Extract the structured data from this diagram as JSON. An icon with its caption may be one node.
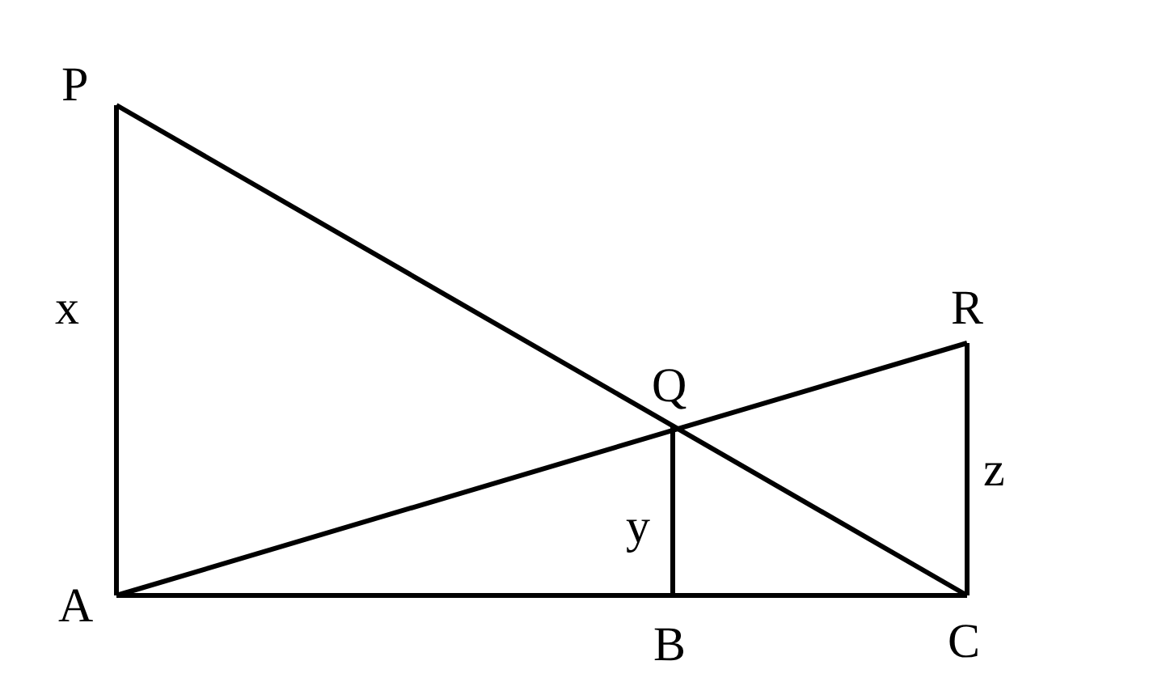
{
  "diagram": {
    "labels": [
      "P",
      "x",
      "R",
      "Q",
      "z",
      "y",
      "A",
      "B",
      "C"
    ]
  }
}
